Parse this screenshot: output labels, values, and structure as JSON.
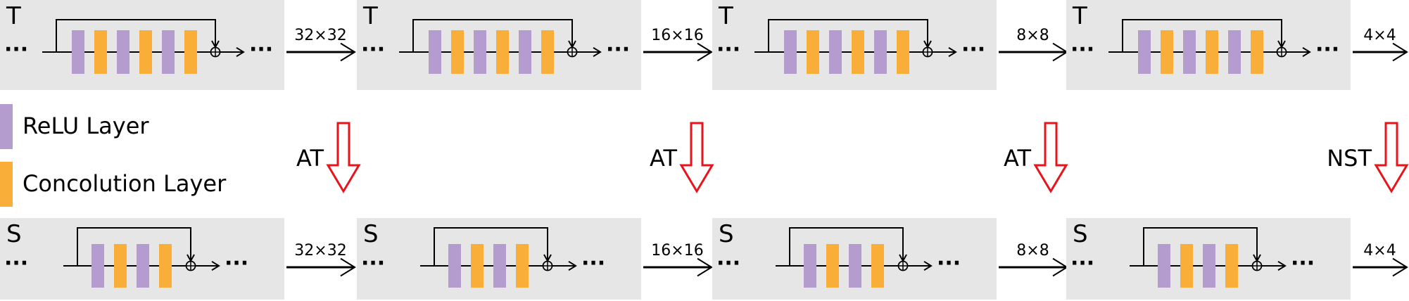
{
  "teacher": {
    "label": "T",
    "blocks": [
      {
        "pattern": [
          "relu",
          "conv",
          "relu",
          "conv",
          "relu",
          "conv"
        ],
        "output_size": "32×32"
      },
      {
        "pattern": [
          "relu",
          "conv",
          "relu",
          "conv",
          "relu",
          "conv"
        ],
        "output_size": "16×16"
      },
      {
        "pattern": [
          "relu",
          "conv",
          "relu",
          "conv",
          "relu",
          "conv"
        ],
        "output_size": "8×8"
      },
      {
        "pattern": [
          "relu",
          "conv",
          "relu",
          "conv",
          "relu",
          "conv"
        ],
        "output_size": "4×4"
      }
    ]
  },
  "student": {
    "label": "S",
    "blocks": [
      {
        "pattern": [
          "relu",
          "conv",
          "relu",
          "conv"
        ],
        "output_size": "32×32"
      },
      {
        "pattern": [
          "relu",
          "conv",
          "relu",
          "conv"
        ],
        "output_size": "16×16"
      },
      {
        "pattern": [
          "relu",
          "conv",
          "relu",
          "conv"
        ],
        "output_size": "8×8"
      },
      {
        "pattern": [
          "relu",
          "conv",
          "relu",
          "conv"
        ],
        "output_size": "4×4"
      }
    ]
  },
  "transfers": [
    "AT",
    "AT",
    "AT",
    "NST"
  ],
  "ellipsis": "···",
  "legend": [
    {
      "label": "ReLU Layer",
      "color": "#b49ccf"
    },
    {
      "label": "Concolution Layer",
      "color": "#f9ae3a"
    }
  ],
  "colors": {
    "panel": "#e6e6e6",
    "relu": "#b49ccf",
    "conv": "#f9ae3a",
    "transfer_arrow": "#e8131b",
    "line": "#000000"
  }
}
